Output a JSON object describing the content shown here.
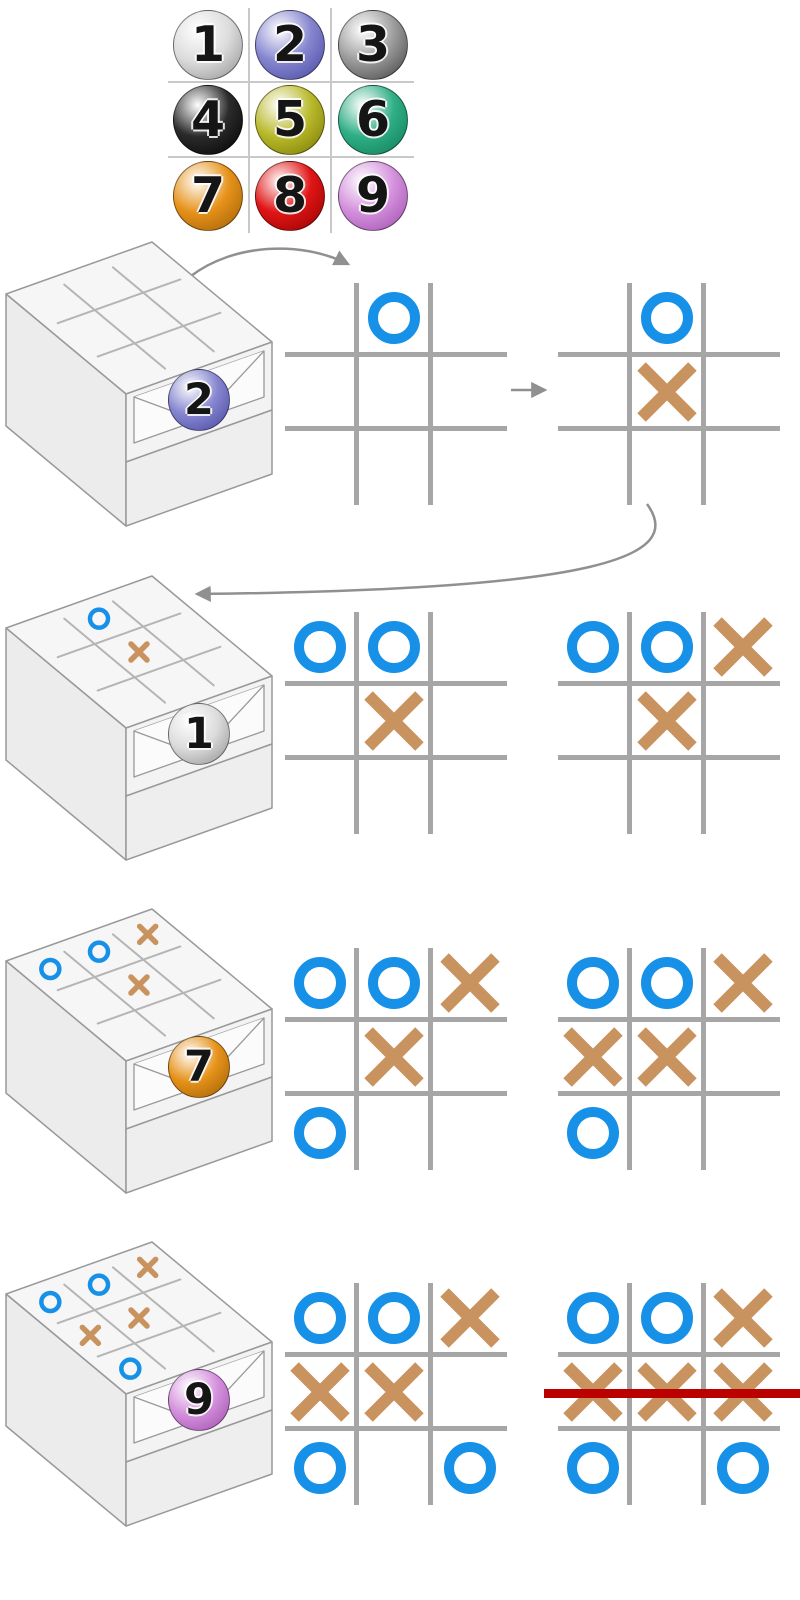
{
  "title": "Play-by-mail tic-tac-toe diagram",
  "colors": {
    "o": "#1791e8",
    "x": "#c9935f",
    "grid": "#a6a6a6",
    "mini_grid": "#b5b5b5",
    "win_line": "#bb0000",
    "arrow": "#909090",
    "box_edge": "#999999"
  },
  "ball_colors": {
    "1": {
      "main": "#dcdcdc",
      "dark": "#8f8f8f"
    },
    "2": {
      "main": "#8585cf",
      "dark": "#4646a0"
    },
    "3": {
      "main": "#9c9c9c",
      "dark": "#3f3f3f"
    },
    "4": {
      "main": "#2b2b2b",
      "dark": "#000000"
    },
    "5": {
      "main": "#b9b92c",
      "dark": "#767600"
    },
    "6": {
      "main": "#2fae85",
      "dark": "#0f7a56"
    },
    "7": {
      "main": "#e6921a",
      "dark": "#9c5e05"
    },
    "8": {
      "main": "#e01515",
      "dark": "#8f0000"
    },
    "9": {
      "main": "#d490dc",
      "dark": "#9c4dab"
    }
  },
  "ball_grid": [
    [
      "1",
      "2",
      "3"
    ],
    [
      "4",
      "5",
      "6"
    ],
    [
      "7",
      "8",
      "9"
    ]
  ],
  "rows": [
    {
      "ball": "2",
      "box_cells": [
        "",
        "",
        "",
        "",
        "",
        "",
        "",
        "",
        ""
      ],
      "boards": [
        {
          "cells": [
            "",
            "O",
            "",
            "",
            "",
            "",
            "",
            "",
            ""
          ]
        },
        {
          "cells": [
            "",
            "O",
            "",
            "",
            "X",
            "",
            "",
            "",
            ""
          ]
        }
      ]
    },
    {
      "ball": "1",
      "box_cells": [
        "",
        "o",
        "",
        "",
        "x",
        "",
        "",
        "",
        ""
      ],
      "boards": [
        {
          "cells": [
            "O",
            "O",
            "",
            "",
            "X",
            "",
            "",
            "",
            ""
          ]
        },
        {
          "cells": [
            "O",
            "O",
            "X",
            "",
            "X",
            "",
            "",
            "",
            ""
          ]
        }
      ]
    },
    {
      "ball": "7",
      "box_cells": [
        "o",
        "o",
        "x",
        "",
        "x",
        "",
        "",
        "",
        ""
      ],
      "boards": [
        {
          "cells": [
            "O",
            "O",
            "X",
            "",
            "X",
            "",
            "O",
            "",
            ""
          ]
        },
        {
          "cells": [
            "O",
            "O",
            "X",
            "X",
            "X",
            "",
            "O",
            "",
            ""
          ]
        }
      ]
    },
    {
      "ball": "9",
      "box_cells": [
        "o",
        "o",
        "x",
        "x",
        "x",
        "",
        "o",
        "",
        ""
      ],
      "boards": [
        {
          "cells": [
            "O",
            "O",
            "X",
            "X",
            "X",
            "",
            "O",
            "",
            "O"
          ]
        },
        {
          "cells": [
            "O",
            "O",
            "X",
            "X",
            "X",
            "X",
            "O",
            "",
            "O"
          ],
          "win_row": 1
        }
      ]
    }
  ]
}
